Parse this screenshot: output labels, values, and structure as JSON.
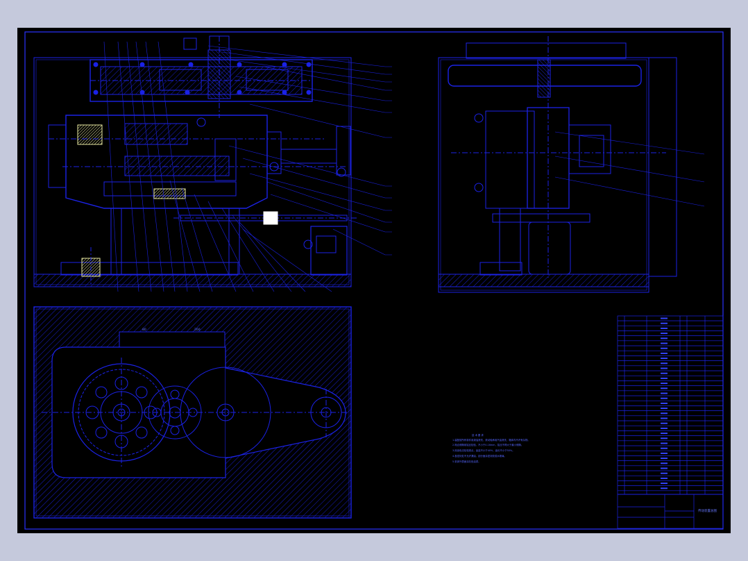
{
  "drawing": {
    "background": "#000000",
    "line_color": "#1b22e6",
    "frame_color": "#2a33ff",
    "page_color": "#c5c9dc",
    "icons": [
      "gearbox-front-section",
      "gearbox-side-view",
      "belt-drive-plan-view",
      "hatching-pattern"
    ]
  },
  "labels": {
    "dim_left": "80",
    "dim_mid": "260",
    "notes_heading": "技 术 要 求",
    "notes": [
      "1.装配前所有零件用煤油清洗，滚动轴承用汽油清洗，箱体内不许有杂物。",
      "2.啮合侧隙用铅丝检验，不小于0.16mm，铅丝不得大于最小侧隙。",
      "3.用涂色法检验斑点，齿高不小于40%，齿长不小于50%。",
      "4.各密封处不允许漏油，剖分面涂密封胶或水玻璃。",
      "5.机体外表面涂灰色油漆。"
    ],
    "title_block_name": "传动装置总图"
  }
}
